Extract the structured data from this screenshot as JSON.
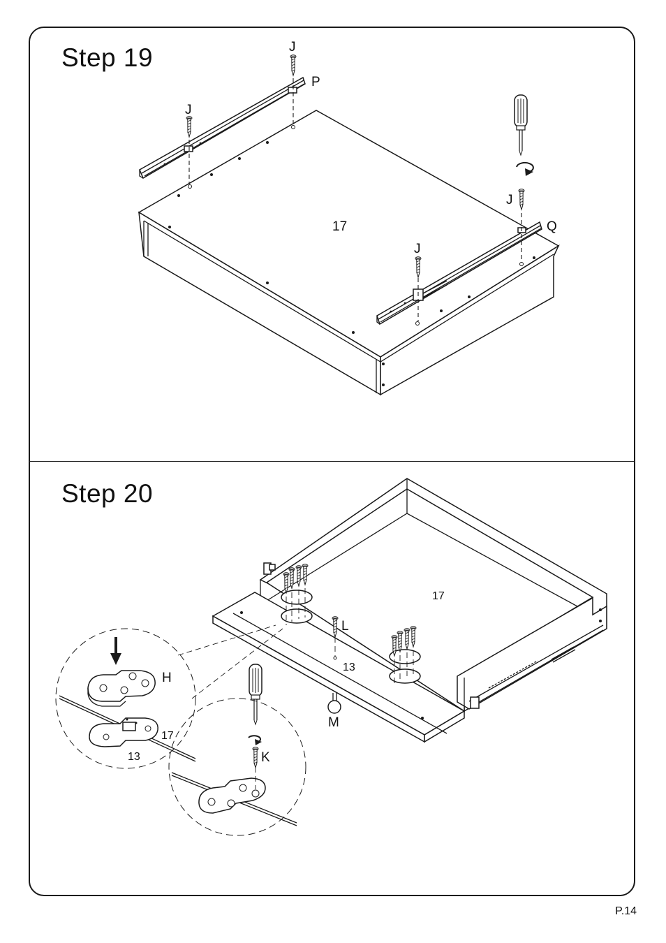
{
  "steps": [
    {
      "title": "Step  19",
      "part_number": "17",
      "labels": {
        "screw_top": "J",
        "screw_left": "J",
        "screw_right": "J",
        "screw_front": "J",
        "rail_left": "P",
        "rail_right": "Q"
      },
      "icons": [
        "screwdriver-icon",
        "rotate-clockwise-icon"
      ]
    },
    {
      "title": "Step  20",
      "part_drawer": "17",
      "part_panel": "13",
      "labels": {
        "screw": "L",
        "knob": "M",
        "hinge": "H",
        "detail_screw": "K"
      },
      "detail_upper": {
        "part_a": "17",
        "part_b": "13"
      },
      "icons": [
        "screwdriver-icon",
        "rotate-clockwise-icon",
        "down-arrow-icon"
      ]
    }
  ],
  "page_number": "P.14"
}
